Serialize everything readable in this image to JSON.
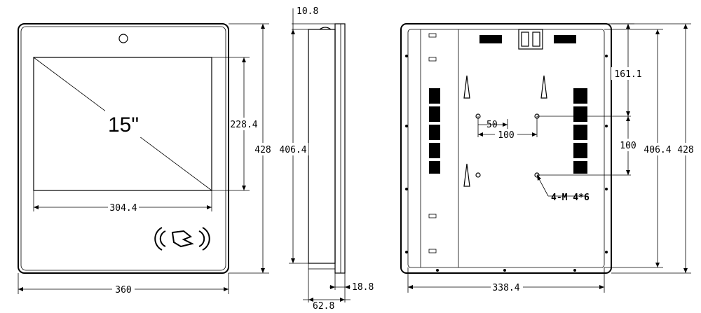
{
  "front_view": {
    "screen_size": "15\"",
    "screen_height": "228.4",
    "screen_width": "304.4",
    "overall_height": "428",
    "overall_width": "360",
    "nfc_icon": "nfc-contactless-icon"
  },
  "side_view": {
    "top_offset": "10.8",
    "inner_height": "406.4",
    "bezel_depth": "18.8",
    "total_depth": "62.8"
  },
  "rear_view": {
    "top_to_hole": "161.1",
    "hole_spacing_h_half": "50",
    "hole_spacing_h": "100",
    "hole_spacing_v": "100",
    "screw_spec": "4-M 4*6",
    "inner_height": "406.4",
    "overall_height": "428",
    "inner_width": "338.4"
  }
}
